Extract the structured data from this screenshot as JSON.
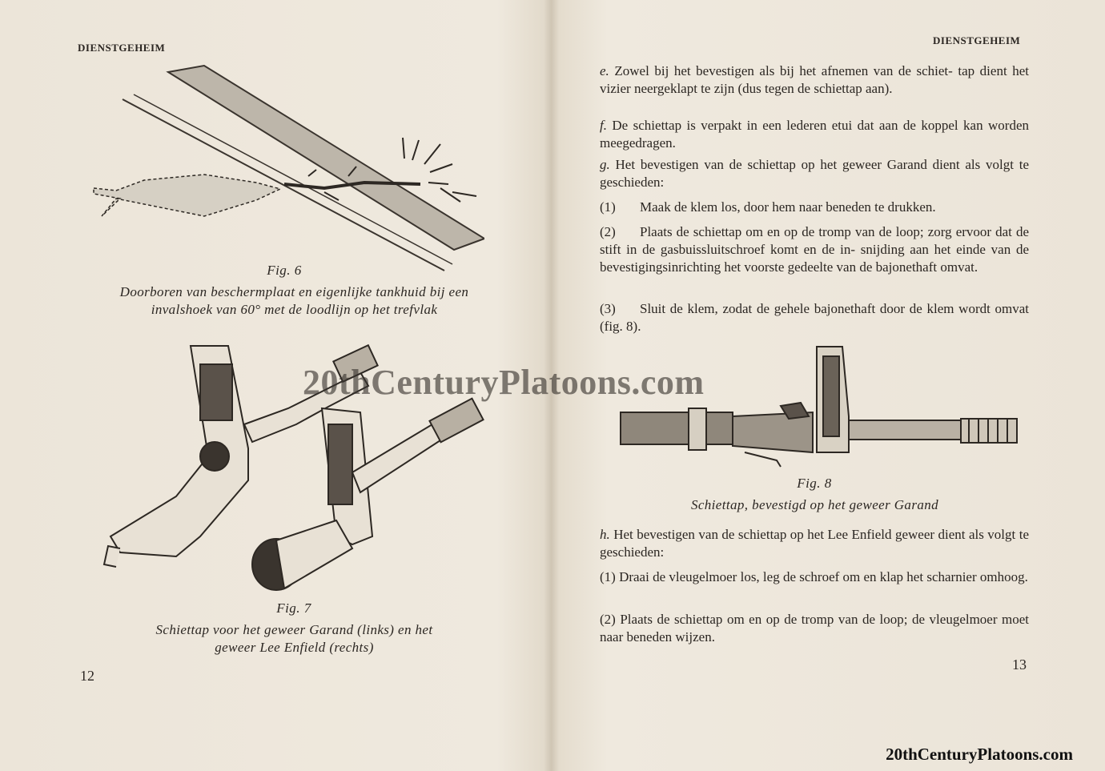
{
  "left_page": {
    "running_head": "DIENSTGEHEIM",
    "page_number": "12",
    "figures": [
      {
        "label": "Fig. 6",
        "caption_lines": [
          "Doorboren van beschermplaat en eigenlijke tankhuid bij een",
          "invalshoek van 60° met de loodlijn op het trefvlak"
        ]
      },
      {
        "label": "Fig. 7",
        "caption_lines": [
          "Schiettap voor het geweer Garand (links) en het",
          "geweer Lee Enfield (rechts)"
        ]
      }
    ]
  },
  "right_page": {
    "running_head": "DIENSTGEHEIM",
    "page_number": "13",
    "paragraphs": [
      {
        "marker": "e.",
        "lines": [
          "Zowel bij het bevestigen als bij het afnemen van de schiet-",
          "tap dient het vizier neergeklapt te zijn (dus tegen de schiettap",
          "aan)."
        ]
      },
      {
        "marker": "f.",
        "lines": [
          "De schiettap is verpakt in een lederen etui dat aan de",
          "koppel kan worden meegedragen."
        ]
      },
      {
        "marker": "g.",
        "lines": [
          "Het bevestigen van de schiettap op het geweer Garand",
          "dient als volgt te geschieden:"
        ]
      }
    ],
    "steps_g": [
      {
        "num": "(1)",
        "lines": [
          "Maak de klem los, door hem naar beneden te drukken."
        ]
      },
      {
        "num": "(2)",
        "lines": [
          "Plaats de schiettap om en op de tromp van de loop; zorg",
          "ervoor dat de stift in de gasbuissluitschroef komt en de in-",
          "snijding aan het einde van de bevestigingsinrichting het voorste",
          "gedeelte van de bajonethaft omvat."
        ]
      },
      {
        "num": "(3)",
        "lines": [
          "Sluit de klem, zodat de gehele bajonethaft door de klem",
          "wordt omvat (fig. 8)."
        ]
      }
    ],
    "figure": {
      "label": "Fig. 8",
      "caption": "Schiettap, bevestigd op het geweer Garand"
    },
    "paragraph_h": {
      "marker": "h.",
      "lines": [
        "Het bevestigen van de schiettap op het Lee Enfield geweer",
        "dient als volgt te geschieden:"
      ]
    },
    "steps_h": [
      {
        "num": "(1)",
        "lines": [
          "Draai de vleugelmoer los, leg de schroef om en klap het",
          "scharnier omhoog."
        ]
      },
      {
        "num": "(2)",
        "lines": [
          "Plaats de schiettap om en op de tromp van de loop; de",
          "vleugelmoer moet naar beneden wijzen."
        ]
      }
    ]
  },
  "watermark": "20thCenturyPlatoons.com",
  "footer_watermark": "20thCenturyPlatoons.com"
}
